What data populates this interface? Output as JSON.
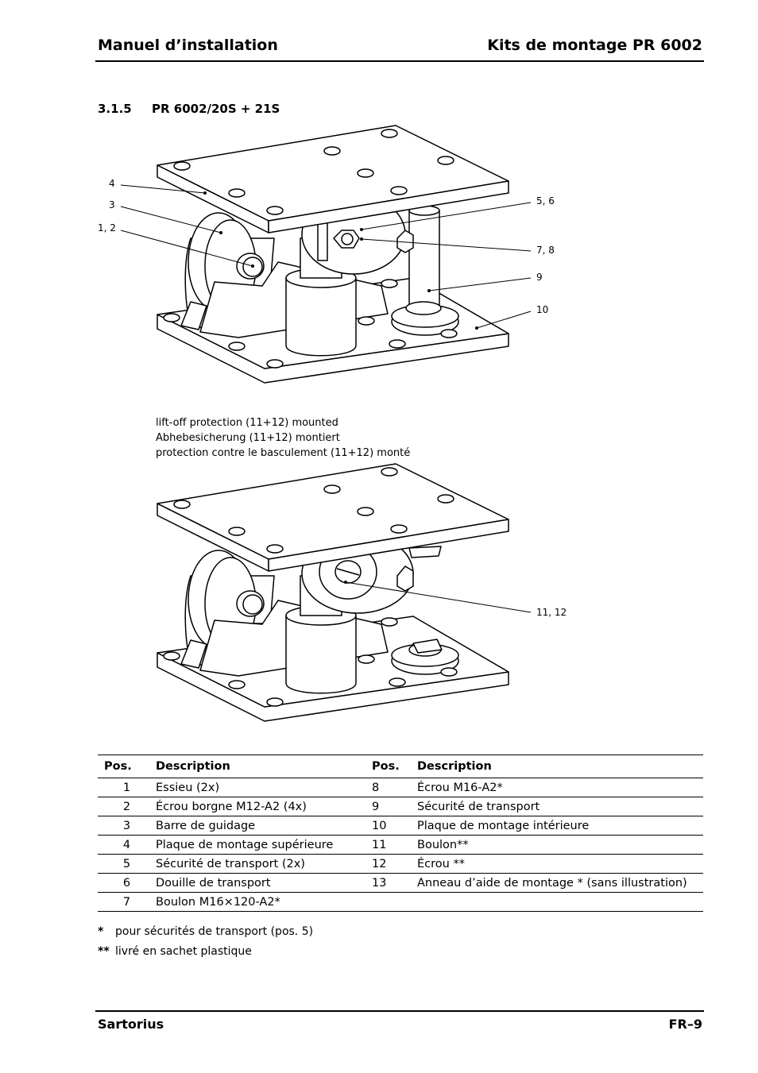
{
  "header": {
    "left": "Manuel d’installation",
    "right": "Kits de montage PR 6002"
  },
  "section": {
    "number": "3.1.5",
    "title": "PR 6002/20S + 21S"
  },
  "figure1": {
    "callouts": {
      "c4": "4",
      "c3": "3",
      "c12": "1, 2",
      "c56": "5, 6",
      "c78": "7, 8",
      "c9": "9",
      "c10": "10"
    }
  },
  "caption": {
    "line1": "lift-off protection (11+12) mounted",
    "line2": "Abhebesicherung (11+12) montiert",
    "line3": "protection contre le basculement (11+12) monté"
  },
  "figure2": {
    "callouts": {
      "c1112": "11, 12"
    }
  },
  "table": {
    "headers": {
      "pos": "Pos.",
      "desc": "Description",
      "pos2": "Pos.",
      "desc2": "Description"
    },
    "rows": [
      {
        "pos": "1",
        "desc": "Essieu (2x)",
        "pos2": "8",
        "desc2": "Écrou M16-A2*"
      },
      {
        "pos": "2",
        "desc": "Écrou borgne M12-A2 (4x)",
        "pos2": "9",
        "desc2": "Sécurité de transport"
      },
      {
        "pos": "3",
        "desc": "Barre de guidage",
        "pos2": "10",
        "desc2": "Plaque de montage intérieure"
      },
      {
        "pos": "4",
        "desc": "Plaque de montage supérieure",
        "pos2": "11",
        "desc2": "Boulon**"
      },
      {
        "pos": "5",
        "desc": "Sécurité de transport (2x)",
        "pos2": "12",
        "desc2": "Écrou **"
      },
      {
        "pos": "6",
        "desc": "Douille de transport",
        "pos2": "13",
        "desc2": "Anneau d’aide de montage * (sans illustration)"
      },
      {
        "pos": "7",
        "desc": "Boulon M16×120-A2*",
        "pos2": "",
        "desc2": ""
      }
    ]
  },
  "footnotes": [
    {
      "mark": "*",
      "text": "pour sécurités de transport (pos. 5)"
    },
    {
      "mark": "**",
      "text": "livré en sachet plastique"
    }
  ],
  "footer": {
    "left": "Sartorius",
    "right": "FR–9"
  }
}
